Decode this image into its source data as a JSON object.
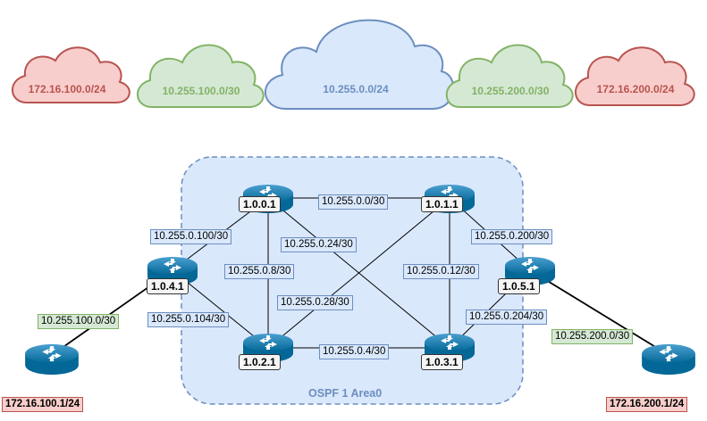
{
  "clouds": [
    {
      "label": "172.16.100.0/24",
      "color": "#b85450",
      "fill": "#f8cecc"
    },
    {
      "label": "10.255.100.0/30",
      "color": "#82b366",
      "fill": "#d5e8d4"
    },
    {
      "label": "10.255.0.0/24",
      "color": "#6c8ebf",
      "fill": "#dae8fc"
    },
    {
      "label": "10.255.200.0/30",
      "color": "#82b366",
      "fill": "#d5e8d4"
    },
    {
      "label": "172.16.200.0/24",
      "color": "#b85450",
      "fill": "#f8cecc"
    }
  ],
  "area": {
    "label": "OSPF 1 Area0"
  },
  "routers": [
    {
      "name": "1.0.0.1"
    },
    {
      "name": "1.0.1.1"
    },
    {
      "name": "1.0.4.1"
    },
    {
      "name": "1.0.5.1"
    },
    {
      "name": "1.0.2.1"
    },
    {
      "name": "1.0.3.1"
    }
  ],
  "links": [
    {
      "label": "10.255.0.0/30"
    },
    {
      "label": "10.255.0.100/30"
    },
    {
      "label": "10.255.0.24/30"
    },
    {
      "label": "10.255.0.200/30"
    },
    {
      "label": "10.255.0.8/30"
    },
    {
      "label": "10.255.0.12/30"
    },
    {
      "label": "10.255.0.28/30"
    },
    {
      "label": "10.255.0.104/30"
    },
    {
      "label": "10.255.0.204/30"
    },
    {
      "label": "10.255.0.4/30"
    },
    {
      "label": "10.255.100.0/30"
    },
    {
      "label": "10.255.200.0/30"
    }
  ],
  "hosts": [
    {
      "label": "172.16.100.1/24"
    },
    {
      "label": "172.16.200.1/24"
    }
  ]
}
